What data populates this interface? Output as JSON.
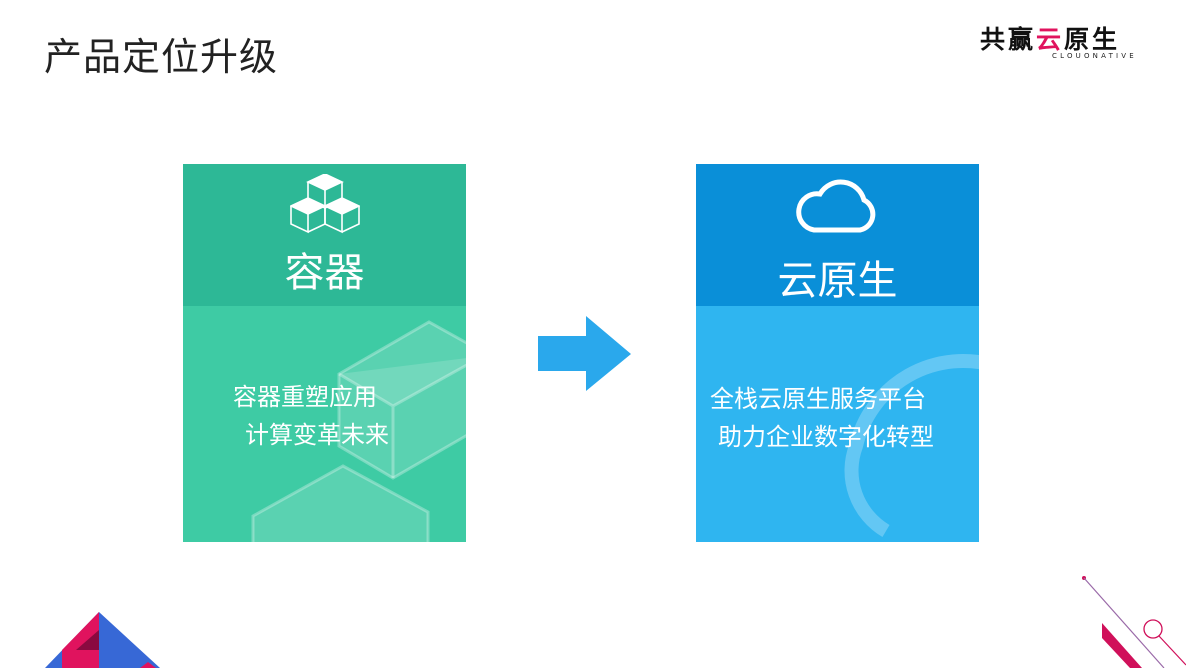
{
  "slide": {
    "title": "产品定位升级"
  },
  "logo": {
    "zh_part1": "共赢",
    "zh_part2": "云",
    "zh_part3": "原生",
    "en": "CLOUONATIVE"
  },
  "cards": [
    {
      "heading": "容器",
      "lines": [
        "容器重塑应用",
        "计算变革未来"
      ],
      "icon": "cubes-icon",
      "colors": {
        "top": "#2db896",
        "bottom": "#3ecba4"
      }
    },
    {
      "heading": "云原生",
      "lines": [
        "全栈云原生服务平台",
        "助力企业数字化转型"
      ],
      "icon": "cloud-icon",
      "colors": {
        "top": "#0a8fd8",
        "bottom": "#2fb5f0"
      }
    }
  ],
  "arrow": {
    "icon": "arrow-right-icon",
    "color": "#2aa8ec"
  }
}
